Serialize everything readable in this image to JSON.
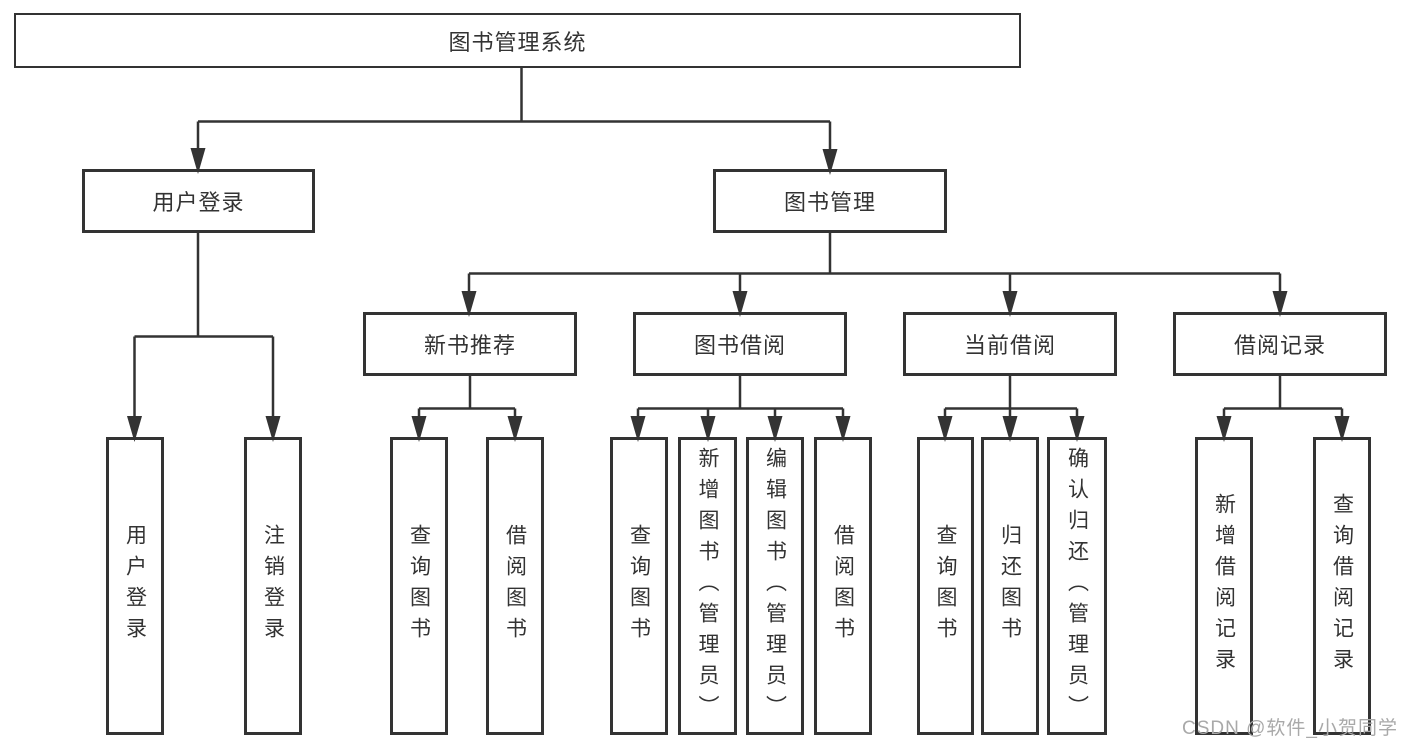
{
  "diagram": {
    "root": "图书管理系统",
    "branches": [
      {
        "label": "用户登录",
        "children": [
          "用户登录",
          "注销登录"
        ]
      },
      {
        "label": "图书管理",
        "modules": [
          {
            "label": "新书推荐",
            "children": [
              "查询图书",
              "借阅图书"
            ]
          },
          {
            "label": "图书借阅",
            "children": [
              "查询图书",
              "新增图书（管理员）",
              "编辑图书（管理员）",
              "借阅图书"
            ]
          },
          {
            "label": "当前借阅",
            "children": [
              "查询图书",
              "归还图书",
              "确认归还（管理员）"
            ]
          },
          {
            "label": "借阅记录",
            "children": [
              "新增借阅记录",
              "查询借阅记录"
            ]
          }
        ]
      }
    ]
  },
  "watermark": "CSDN @软件_小贺同学",
  "colors": {
    "line": "#333333",
    "text": "#333333",
    "watermark": "#a9a9a9",
    "background": "#ffffff"
  }
}
